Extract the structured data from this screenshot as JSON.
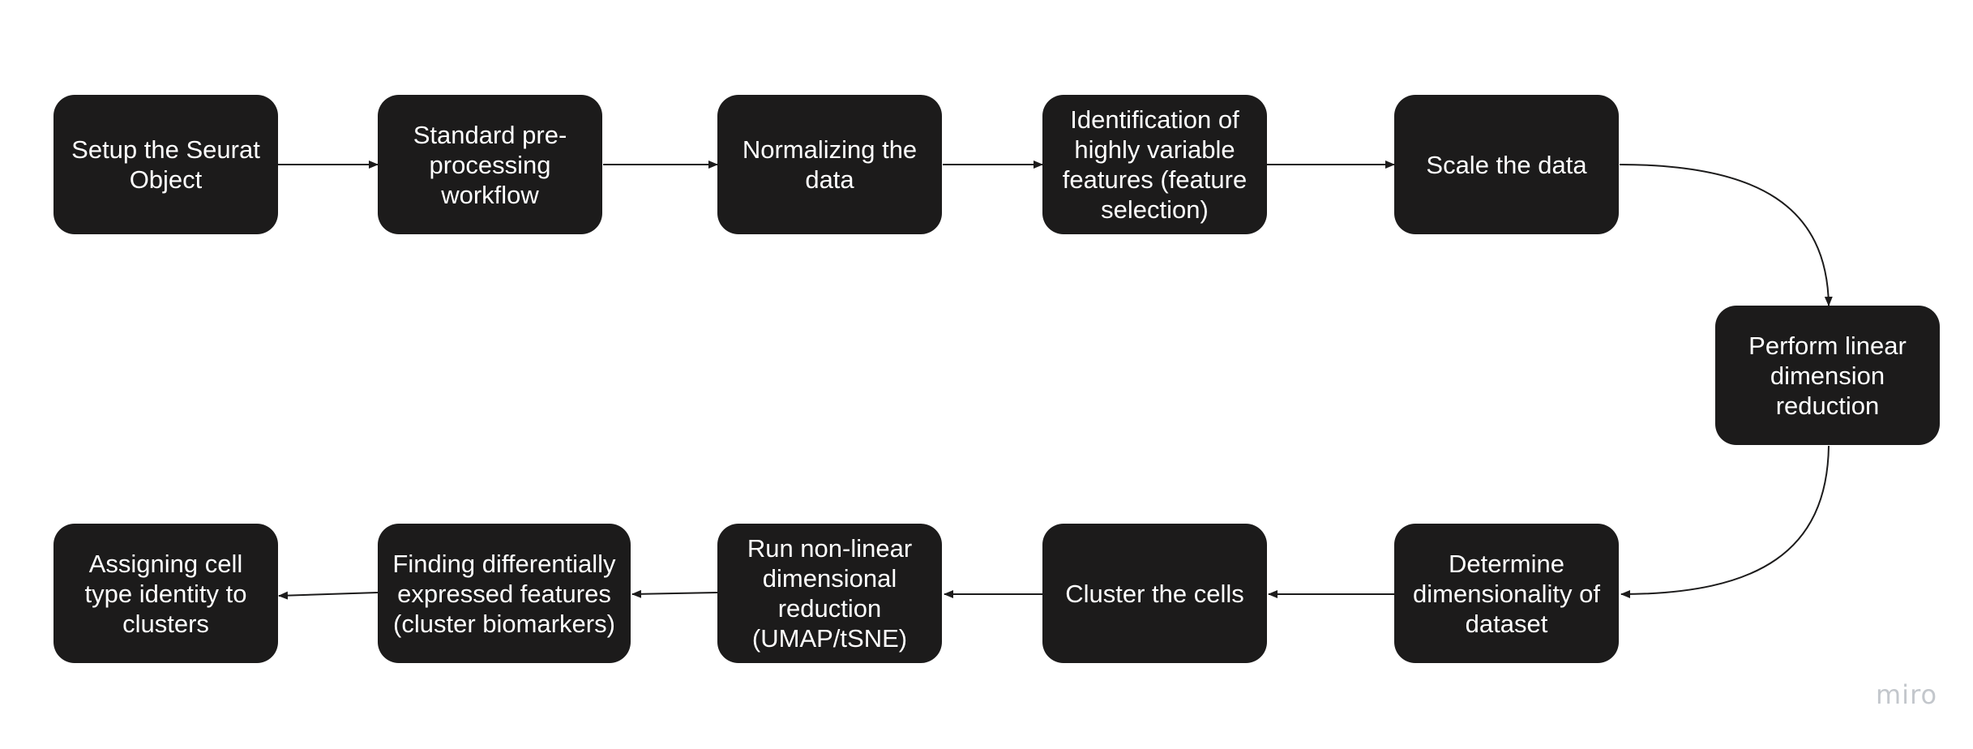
{
  "steps": [
    {
      "id": "setup",
      "label": "Setup the Seurat Object"
    },
    {
      "id": "preprocess",
      "label": "Standard pre-processing workflow"
    },
    {
      "id": "normalize",
      "label": "Normalizing the data"
    },
    {
      "id": "hvf",
      "label": "Identification of highly variable features (feature selection)"
    },
    {
      "id": "scale",
      "label": "Scale the data"
    },
    {
      "id": "pca",
      "label": "Perform linear dimension reduction"
    },
    {
      "id": "dims",
      "label": "Determine dimensionality of dataset"
    },
    {
      "id": "cluster",
      "label": "Cluster the cells"
    },
    {
      "id": "umap",
      "label": "Run non-linear dimensional reduction (UMAP/tSNE)"
    },
    {
      "id": "markers",
      "label": "Finding differentially expressed features (cluster biomarkers)"
    },
    {
      "id": "identity",
      "label": "Assigning cell type identity to clusters"
    }
  ],
  "edges": [
    [
      "setup",
      "preprocess"
    ],
    [
      "preprocess",
      "normalize"
    ],
    [
      "normalize",
      "hvf"
    ],
    [
      "hvf",
      "scale"
    ],
    [
      "scale",
      "pca"
    ],
    [
      "pca",
      "dims"
    ],
    [
      "dims",
      "cluster"
    ],
    [
      "cluster",
      "umap"
    ],
    [
      "umap",
      "markers"
    ],
    [
      "markers",
      "identity"
    ]
  ],
  "watermark": "miro",
  "colors": {
    "node_fill": "#1c1b1b",
    "node_text": "#ffffff",
    "connector": "#1c1b1b",
    "watermark": "#c3c7cc"
  }
}
